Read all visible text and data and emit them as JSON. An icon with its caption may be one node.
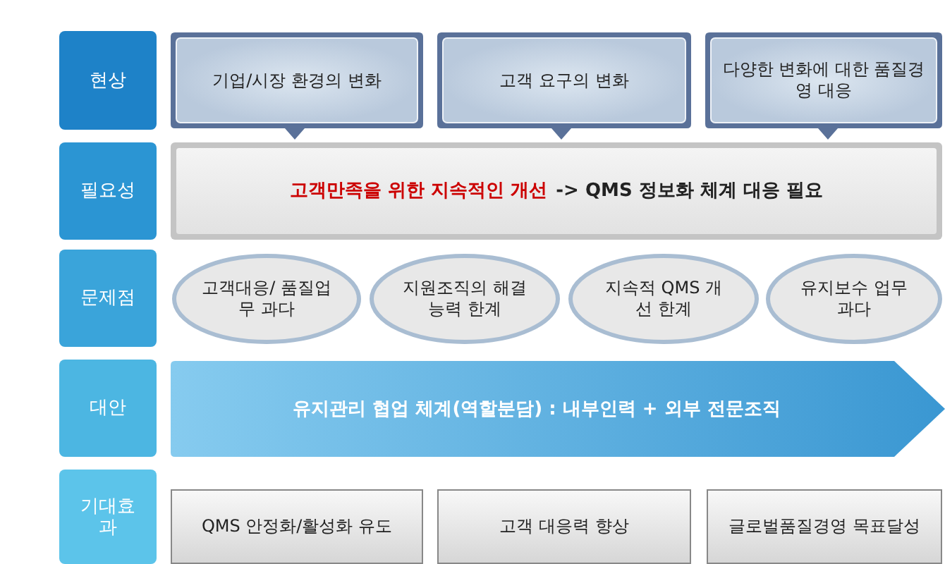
{
  "diagram": {
    "nodes": [
      {
        "text": [
          "현상"
        ]
      },
      {
        "text": [
          "기업/시장 환경의 변화"
        ]
      },
      {
        "text": [
          "고객 요구의 변화"
        ]
      },
      {
        "text": [
          "다양한 변화에 대한 품질경영 대응"
        ]
      },
      {
        "text": [
          "필요성"
        ]
      },
      {
        "text": [
          "고객만족을 위한 지속적인  개선",
          "-> QMS 정보화 체계 대응 필요"
        ]
      },
      {
        "text": [
          "문제점"
        ]
      },
      {
        "text": [
          "고객대응/ 품질업무 과다"
        ]
      },
      {
        "text": [
          "지원조직의 해결능력 한계"
        ]
      },
      {
        "text": [
          "지속적 QMS 개선 한계"
        ]
      },
      {
        "text": [
          "유지보수 업무 과다"
        ]
      },
      {
        "text": [
          "대안"
        ]
      },
      {
        "text": [
          "유지관리 협업 체계(역할분담) : 내부인력 + 외부 전문조직"
        ]
      },
      {
        "text": [
          "기대효과"
        ]
      },
      {
        "text": [
          "QMS 안정화/활성화 유도"
        ]
      },
      {
        "text": [
          "고객 대응력 향상"
        ]
      },
      {
        "text": [
          "글로벌품질경영 목표달성"
        ]
      }
    ]
  }
}
